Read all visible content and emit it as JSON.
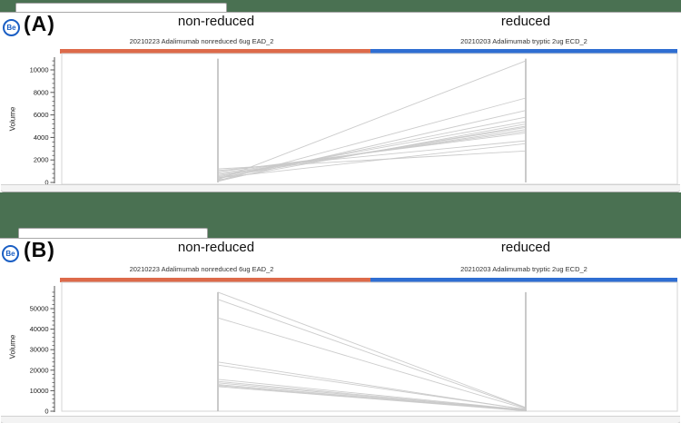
{
  "colors": {
    "background": "#4a7152",
    "bar_nonreduced": "#dd6a4a",
    "bar_reduced": "#2f6ed2",
    "data_line": "#c9c9c9",
    "sample_line": "#b3b3b3",
    "plot_frame": "#d4d4d4",
    "axis": "#555555",
    "tick_label": "#1a1a1a"
  },
  "logo": {
    "text": "Be"
  },
  "chart_data": [
    {
      "type": "line",
      "panel_label": "(A)",
      "groups": [
        "non-reduced",
        "reduced"
      ],
      "samples": [
        "20210223 Adalimumab nonreduced 6ug EAD_2",
        "20210203 Adalimumab tryptic 2ug ECD_2"
      ],
      "ylabel": "Volume",
      "ylim": [
        0,
        11600
      ],
      "yticks": [
        0,
        2000,
        4000,
        6000,
        8000,
        10000
      ],
      "ytick_minor_step": 400,
      "legend": "none",
      "grid": false,
      "series": [
        {
          "values": [
            250,
            10800
          ]
        },
        {
          "values": [
            150,
            7500
          ]
        },
        {
          "values": [
            100,
            6400
          ]
        },
        {
          "values": [
            350,
            5800
          ]
        },
        {
          "values": [
            500,
            5400
          ]
        },
        {
          "values": [
            220,
            5200
          ]
        },
        {
          "values": [
            420,
            5000
          ]
        },
        {
          "values": [
            600,
            4880
          ]
        },
        {
          "values": [
            700,
            4700
          ]
        },
        {
          "values": [
            820,
            4550
          ]
        },
        {
          "values": [
            950,
            4400
          ]
        },
        {
          "values": [
            1050,
            3700
          ]
        },
        {
          "values": [
            400,
            3450
          ]
        },
        {
          "values": [
            1200,
            2800
          ]
        }
      ]
    },
    {
      "type": "line",
      "panel_label": "(B)",
      "groups": [
        "non-reduced",
        "reduced"
      ],
      "samples": [
        "20210223 Adalimumab nonreduced 6ug EAD_2",
        "20210203 Adalimumab tryptic 2ug ECD_2"
      ],
      "ylabel": "Volume",
      "ylim": [
        0,
        63000
      ],
      "yticks": [
        0,
        10000,
        20000,
        30000,
        40000,
        50000
      ],
      "ytick_minor_step": 2000,
      "legend": "none",
      "grid": false,
      "series": [
        {
          "values": [
            58000,
            1800
          ]
        },
        {
          "values": [
            54500,
            1500
          ]
        },
        {
          "values": [
            45500,
            1200
          ]
        },
        {
          "values": [
            24000,
            800
          ]
        },
        {
          "values": [
            22500,
            900
          ]
        },
        {
          "values": [
            15500,
            650
          ]
        },
        {
          "values": [
            14500,
            500
          ]
        },
        {
          "values": [
            13800,
            400
          ]
        },
        {
          "values": [
            13000,
            300
          ]
        },
        {
          "values": [
            12500,
            200
          ]
        },
        {
          "values": [
            12000,
            120
          ]
        }
      ]
    }
  ]
}
